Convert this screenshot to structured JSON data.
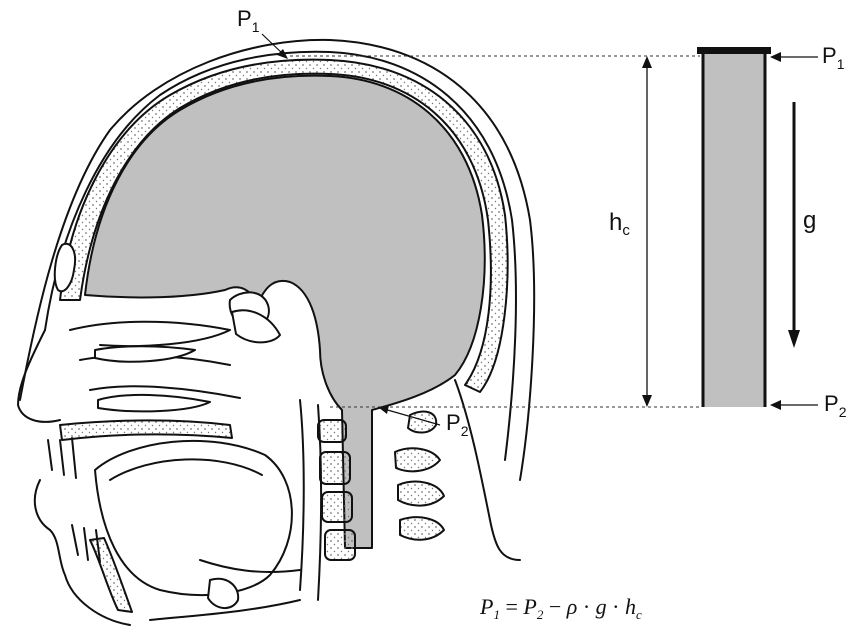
{
  "labels": {
    "p1_head": "P",
    "p1_head_sub": "1",
    "p2_head": "P",
    "p2_head_sub": "2",
    "p1_column": "P",
    "p1_column_sub": "1",
    "p2_column": "P",
    "p2_column_sub": "2",
    "height": "h",
    "height_sub": "c",
    "gravity": "g"
  },
  "equation": {
    "lhs": "P",
    "lhs_sub": "1",
    "eq": " = ",
    "t1": "P",
    "t1_sub": "2",
    "minus": " − ",
    "rho": "ρ",
    "dot1": " · ",
    "g": "g",
    "dot2": " · ",
    "h": "h",
    "h_sub": "c"
  },
  "colors": {
    "fluid": "#c0c0c0",
    "line": "#111111",
    "bone_dots": "#777777"
  }
}
